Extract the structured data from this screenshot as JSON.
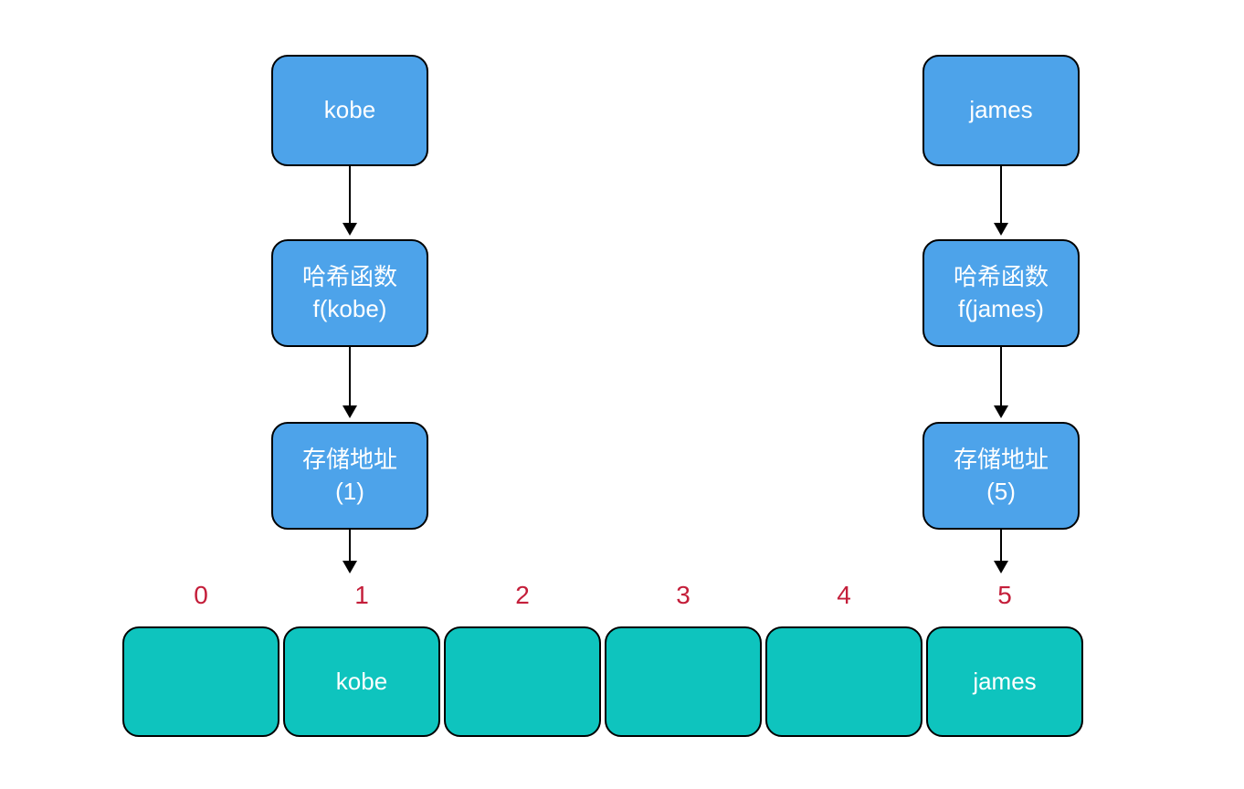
{
  "colors": {
    "node_fill": "#4DA3EA",
    "cell_fill": "#0EC4BE",
    "index_color": "#C41E3A",
    "outline": "#000000",
    "node_text": "#FFFFFF",
    "bg": "#FFFFFF"
  },
  "left_flow": {
    "key_label": "kobe",
    "hash_line1": "哈希函数",
    "hash_line2": "f(kobe)",
    "address_line1": "存储地址",
    "address_line2": "(1)"
  },
  "right_flow": {
    "key_label": "james",
    "hash_line1": "哈希函数",
    "hash_line2": "f(james)",
    "address_line1": "存储地址",
    "address_line2": "(5)"
  },
  "array": {
    "indices": [
      "0",
      "1",
      "2",
      "3",
      "4",
      "5"
    ],
    "cells": [
      "",
      "kobe",
      "",
      "",
      "",
      "james"
    ]
  }
}
